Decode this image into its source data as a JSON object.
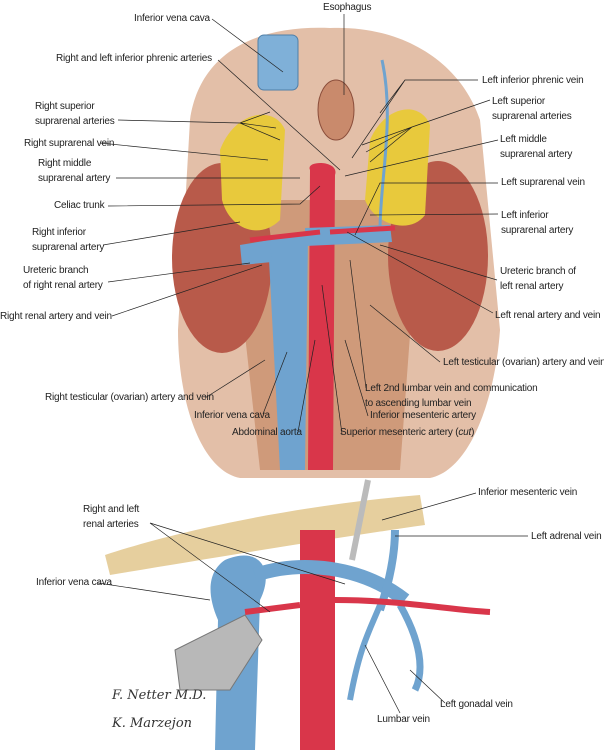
{
  "top_panel": {
    "labels": {
      "esophagus": "Esophagus",
      "ivc_top": "Inferior vena cava",
      "phrenic_arteries": "Right and left inferior phrenic arteries",
      "left_inf_phrenic_vein": "Left inferior phrenic vein",
      "right_sup_suprarenal_1": "Right superior",
      "right_sup_suprarenal_2": "suprarenal arteries",
      "left_sup_suprarenal_1": "Left superior",
      "left_sup_suprarenal_2": "suprarenal arteries",
      "right_suprarenal_vein": "Right suprarenal vein",
      "left_mid_suprarenal_1": "Left middle",
      "left_mid_suprarenal_2": "suprarenal artery",
      "right_mid_suprarenal_1": "Right middle",
      "right_mid_suprarenal_2": "suprarenal artery",
      "left_suprarenal_vein": "Left suprarenal vein",
      "celiac_trunk": "Celiac trunk",
      "left_inf_suprarenal_1": "Left inferior",
      "left_inf_suprarenal_2": "suprarenal artery",
      "right_inf_suprarenal_1": "Right inferior",
      "right_inf_suprarenal_2": "suprarenal artery",
      "ureteric_right_1": "Ureteric branch",
      "ureteric_right_2": "of right renal artery",
      "ureteric_left_1": "Ureteric branch of",
      "ureteric_left_2": "left renal artery",
      "right_renal": "Right renal artery and vein",
      "left_renal": "Left renal artery and vein",
      "left_testicular": "Left testicular (ovarian) artery and vein",
      "right_testicular": "Right testicular (ovarian) artery and vein",
      "left_lumbar_1": "Left 2nd lumbar vein and communication",
      "left_lumbar_2": "to ascending lumbar vein",
      "ivc_bottom": "Inferior vena cava",
      "inf_mesenteric_artery": "Inferior mesenteric artery",
      "abdominal_aorta": "Abdominal aorta",
      "sma": "Superior mesenteric artery (",
      "sma_cut": "cut",
      "sma_close": ")"
    }
  },
  "bottom_panel": {
    "labels": {
      "inf_mesenteric_vein": "Inferior mesenteric vein",
      "renal_arteries_1": "Right and left",
      "renal_arteries_2": "renal arteries",
      "left_adrenal_vein": "Left adrenal vein",
      "ivc": "Inferior vena cava",
      "left_gonadal_vein": "Left gonadal vein",
      "lumbar_vein": "Lumbar vein"
    },
    "signatures": [
      "F. Netter M.D.",
      "K. Marzejon"
    ]
  },
  "colors": {
    "vein": "#6fa3cf",
    "artery": "#d9364a",
    "kidney": "#b85a4a",
    "adrenal": "#e8c93c",
    "muscle": "#dcae94"
  }
}
